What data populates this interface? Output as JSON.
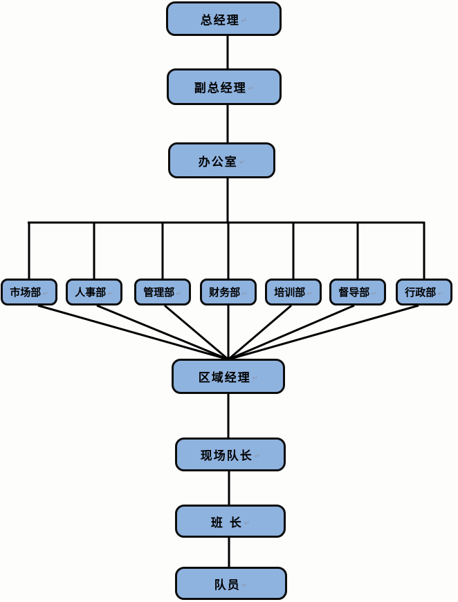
{
  "nodes": {
    "general_manager": {
      "label": "总经理"
    },
    "deputy_general_manager": {
      "label": "副总经理"
    },
    "office": {
      "label": "办公室"
    },
    "departments": [
      "市场部",
      "人事部",
      "管理部",
      "财务部",
      "培训部",
      "督导部",
      "行政部"
    ],
    "regional_manager": {
      "label": "区域经理"
    },
    "site_captain": {
      "label": "现场队长"
    },
    "squad_leader": {
      "label": "班 长"
    },
    "team_member": {
      "label": "队员"
    }
  },
  "marks": {
    "return_mark": "↵"
  },
  "colors": {
    "node_fill": "#8FB3DF",
    "node_border": "#0B0B0B",
    "connector": "#000000",
    "background": "#FDFDFC"
  }
}
